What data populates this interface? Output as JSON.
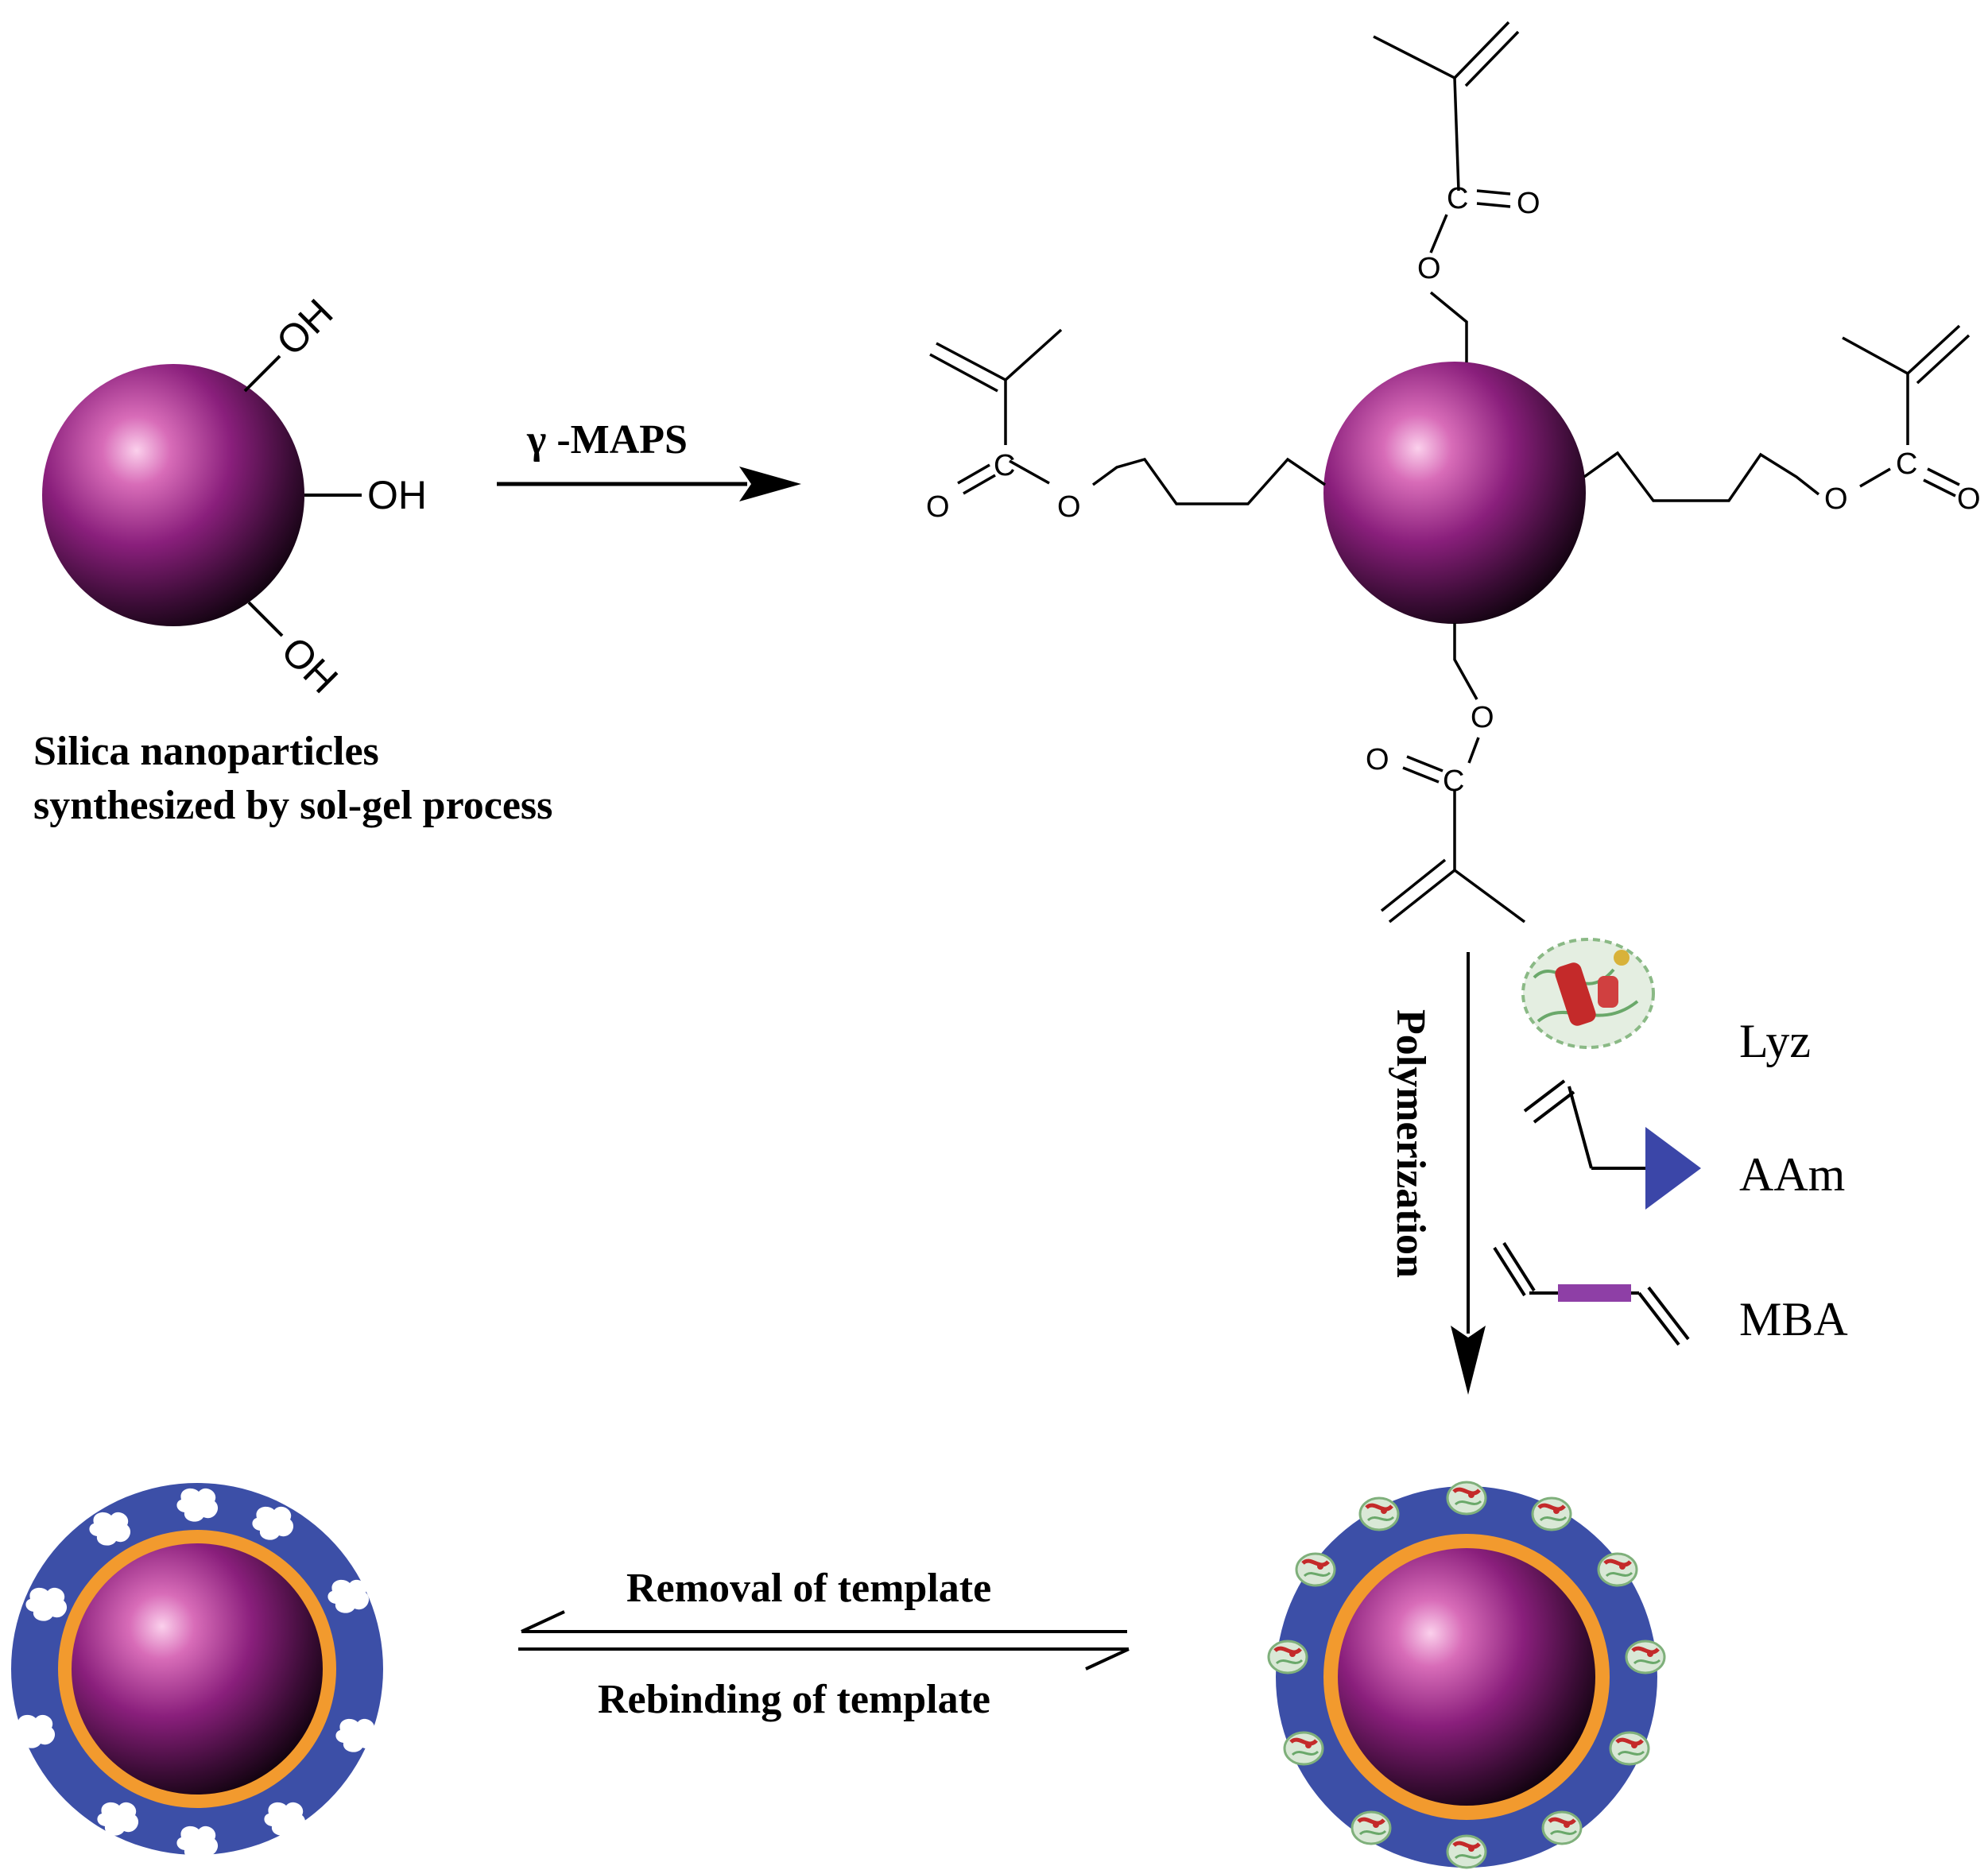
{
  "labels": {
    "oh_top": "OH",
    "oh_mid": "OH",
    "oh_bottom": "OH",
    "caption_line1": "Silica nanoparticles",
    "caption_line2": "synthesized by sol-gel process",
    "reagent": "γ -MAPS",
    "polymerization": "Polymerization",
    "removal": "Removal of template",
    "rebinding": "Rebinding of template"
  },
  "legend": {
    "lyz": "Lyz",
    "aam": "AAm",
    "mba": "MBA"
  },
  "atoms": {
    "carbon": "C",
    "oxygen": "O"
  },
  "colors": {
    "particle_core": "#7a1a6e",
    "particle_highlight": "#f3b4dc",
    "shell": "#3c4fa7",
    "ring": "#f29a2e",
    "aam_triangle": "#3b46a8",
    "mba_bar": "#8e3fa6",
    "protein_red": "#c42a2a",
    "protein_green": "#6aa86a"
  }
}
